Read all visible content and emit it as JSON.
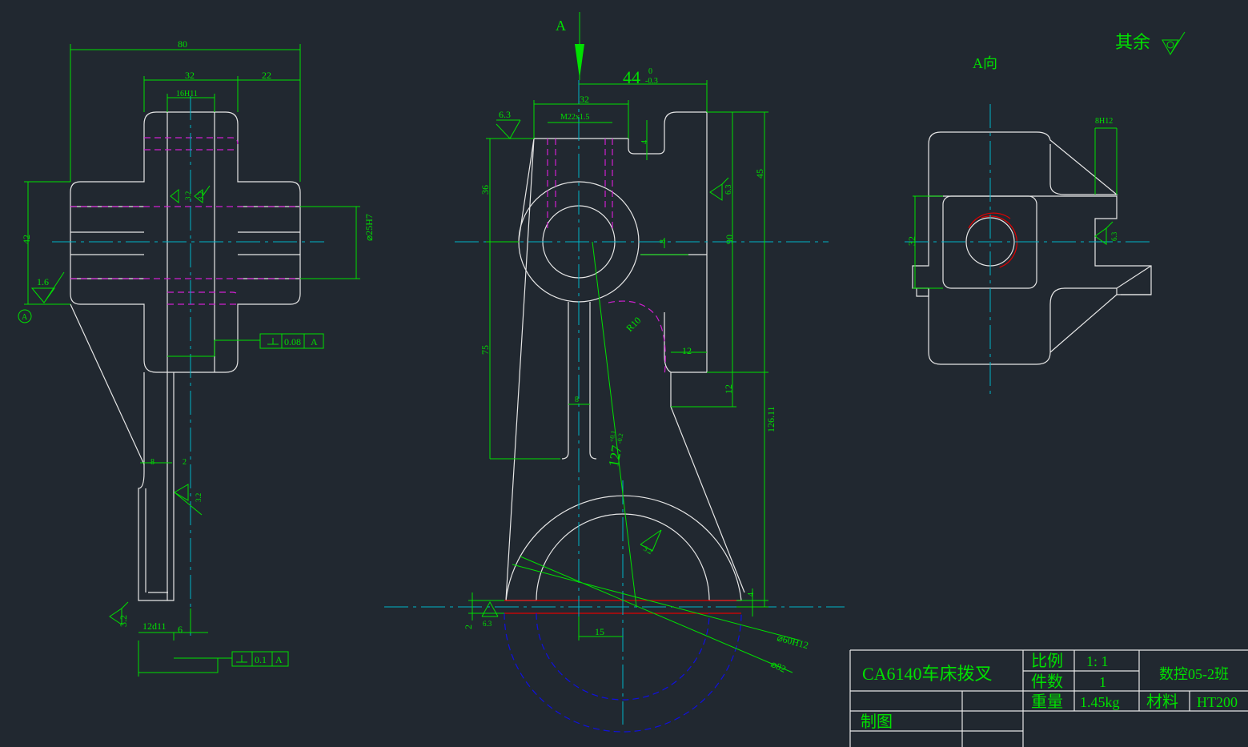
{
  "drawing": {
    "section_marker": "A",
    "view_label": "A向",
    "surface_note": "其余",
    "front_view": {
      "dims": {
        "top_tol_main": "44",
        "top_tol_upper": "0",
        "top_tol_lower": "-0.3",
        "width_32": "32",
        "thread": "M22x1.5",
        "rough_63_top": "6.3",
        "d4": "4",
        "d36": "36",
        "d45": "45",
        "d90": "90",
        "d8": "8",
        "rough_63_right": "6.3",
        "d75": "75",
        "r10": "R10",
        "d12a": "12",
        "d12b": "12",
        "d8b": "8",
        "d127": "127",
        "d127_tol_upper": "+0.1",
        "d127_tol_lower": "-0.2",
        "d126": "126.11",
        "rough_32": "3.2",
        "d2": "2",
        "rough_63_bottom": "6.3",
        "d15": "15",
        "d4b": "4",
        "dia60": "⌀60H12",
        "dia82": "⌀82"
      }
    },
    "side_view": {
      "dims": {
        "d80": "80",
        "d32": "32",
        "d22": "22",
        "d16": "16H11",
        "d42": "42",
        "dia25": "⌀25H7",
        "rough_32a": "3.2",
        "rough_32b": "3.2",
        "rough_16": "1.6",
        "datum": "A",
        "perp_tol": "0.08",
        "perp_datum": "A",
        "d8": "8",
        "d2": "2",
        "rough_32c": "3.2",
        "rough_32d": "3.2",
        "d12d11": "12d11",
        "d6": "6",
        "perp_tol2": "0.1",
        "perp_datum2": "A"
      }
    },
    "aux_view": {
      "dims": {
        "d8h12": "8H12",
        "d32": "32",
        "rough_63": "6.3"
      }
    }
  },
  "title_block": {
    "part_name": "CA6140车床拨叉",
    "scale_label": "比例",
    "scale_value": "1: 1",
    "qty_label": "件数",
    "qty_value": "1",
    "class_name": "数控05-2班",
    "weight_label": "重量",
    "weight_value": "1.45kg",
    "material_label": "材料",
    "material_value": "HT200",
    "drawn_by_label": "制图"
  }
}
